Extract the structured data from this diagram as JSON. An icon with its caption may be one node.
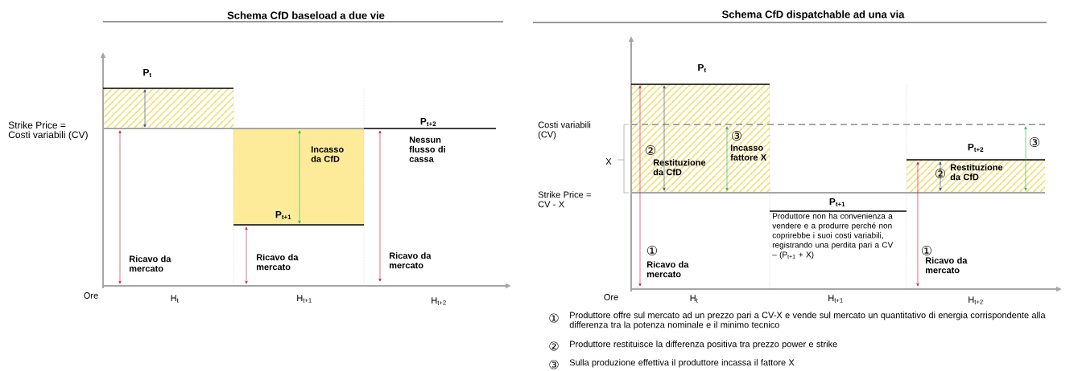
{
  "diagram": {
    "labels": [
      "Schema CfD baseload a due vie",
      "P$_{t}$",
      "Strike Price = Costi variabili (CV)",
      "P$_{t+2}$",
      "Nessun flusso di cassa",
      "Incasso da CfD",
      "P$_{t+1}$",
      "Ricavo da mercato",
      "Ricavo da mercato",
      "Ricavo da mercato",
      "Ore",
      "H$_{t}$",
      "H$_{t+1}$",
      "H$_{t+2}$",
      "Schema CfD dispatchable ad una via",
      "P$_{t}$",
      "Costi variabili (CV)",
      "②",
      "③",
      "Incasso fattore X",
      "Restituzione da CfD",
      "X",
      "③",
      "P$_{t+2}$",
      "②",
      "Restituzione da CfD",
      "Strike Price = CV - X",
      "P$_{t+1}$",
      "Produttore non ha convenienza a vendere e a produrre perché non coprirebbe i suoi costi variabili, registrando una perdita pari a CV – (P$_{t+1}$ + X)",
      "①",
      "Ricavo da mercato",
      "①",
      "Ricavo da mercato",
      "Ore",
      "H$_{t}$",
      "H$_{t+1}$",
      "H$_{t+2}$",
      "①",
      "Produttore offre sul mercato ad un prezzo pari a CV-X e vende sul mercato un quantitativo di energia corrispondente alla differenza tra la potenza nominale e il minimo tecnico",
      "②",
      "Produttore restituisce la differenza positiva tra prezzo power e strike",
      "③",
      "Sulla produzione effettiva il produttore incassa il fattore X"
    ]
  }
}
